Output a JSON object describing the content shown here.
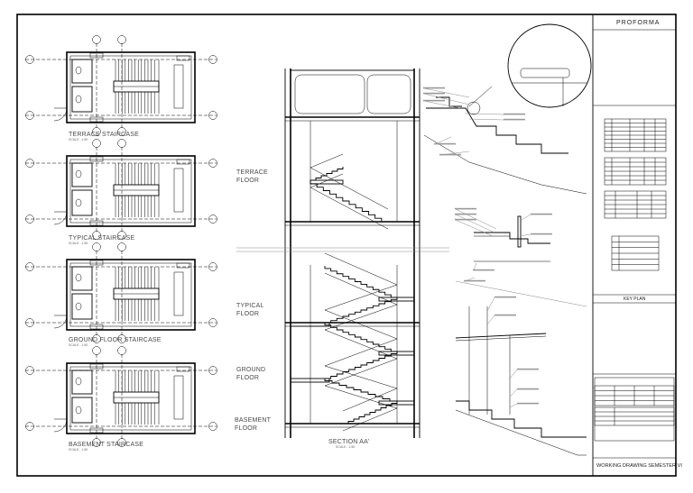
{
  "plans": [
    {
      "title": "TERRACE STAIRCASE",
      "scale": "SCALE : 1:50"
    },
    {
      "title": "TYPICAL STAIRCASE",
      "scale": "SCALE : 1:50"
    },
    {
      "title": "GROUND FLOOR STAIRCASE",
      "scale": "SCALE : 1:50"
    },
    {
      "title": "BASEMENT STAIRCASE",
      "scale": "SCALE : 1:50"
    }
  ],
  "section": {
    "floors": [
      {
        "line1": "TERRACE",
        "line2": "FLOOR"
      },
      {
        "line1": "TYPICAL",
        "line2": "FLOOR"
      },
      {
        "line1": "GROUND",
        "line2": "FLOOR"
      },
      {
        "line1": "BASEMENT",
        "line2": "FLOOR"
      }
    ],
    "title": "SECTION AA'",
    "scale": "SCALE : 1:50"
  },
  "proforma": {
    "title": "PROFORMA"
  },
  "key_plan": {
    "title": "KEY PLAN"
  },
  "footer": {
    "title": "WORKING DRAWING SEMESTER VI"
  }
}
